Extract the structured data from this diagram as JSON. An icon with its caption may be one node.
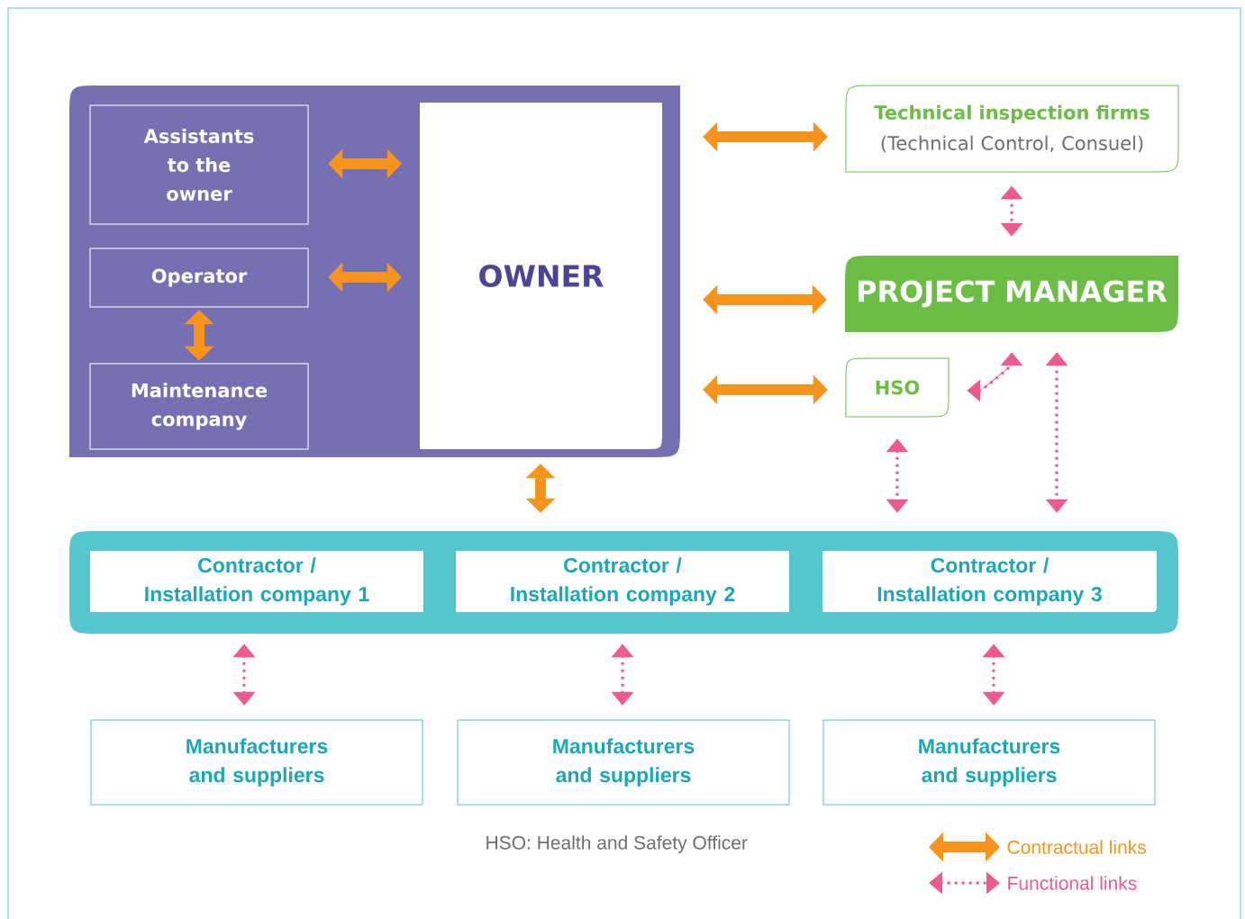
{
  "diagram": {
    "nodes": [
      {
        "text": [],
        "shape": "box"
      },
      {
        "text": [
          "Assistants to the owner"
        ],
        "in": 0
      },
      {
        "text": [
          "Operator"
        ],
        "in": 0
      },
      {
        "text": [
          "Maintenance company"
        ],
        "in": 0
      },
      {
        "text": [
          "OWNER"
        ],
        "in": 0
      },
      {
        "text": [
          "Technical inspection firms",
          "(Technical Control, Consuel)"
        ]
      },
      {
        "text": [
          "PROJECT MANAGER"
        ]
      },
      {
        "text": [
          "HSO"
        ]
      },
      {
        "text": [],
        "shape": "band"
      },
      {
        "text": [
          "Contractor / Installation company 1"
        ],
        "in": 8
      },
      {
        "text": [
          "Contractor / Installation company 2"
        ],
        "in": 8
      },
      {
        "text": [
          "Contractor / Installation company 3"
        ],
        "in": 8
      },
      {
        "text": [
          "Manufacturers and suppliers"
        ]
      },
      {
        "text": [
          "Manufacturers and suppliers"
        ]
      },
      {
        "text": [
          "Manufacturers and suppliers"
        ]
      }
    ],
    "edges": [
      {
        "from": 1,
        "to": 4,
        "arrow": "both",
        "style": "thick",
        "color": "#f7941d"
      },
      {
        "from": 2,
        "to": 4,
        "arrow": "both",
        "style": "thick",
        "color": "#f7941d"
      },
      {
        "from": 2,
        "to": 3,
        "arrow": "both",
        "style": "thick",
        "color": "#f7941d"
      },
      {
        "from": 4,
        "to": 5,
        "arrow": "both",
        "style": "thick",
        "color": "#f7941d"
      },
      {
        "from": 4,
        "to": 6,
        "arrow": "both",
        "style": "thick",
        "color": "#f7941d"
      },
      {
        "from": 4,
        "to": 7,
        "arrow": "both",
        "style": "thick",
        "color": "#f7941d"
      },
      {
        "from": 4,
        "to": 8,
        "arrow": "both",
        "style": "thick",
        "color": "#f7941d"
      },
      {
        "from": 5,
        "to": 6,
        "arrow": "both",
        "style": "dashed",
        "color": "#ee5a8f"
      },
      {
        "from": 7,
        "to": 6,
        "arrow": "both",
        "style": "dashed",
        "color": "#ee5a8f"
      },
      {
        "from": 7,
        "to": 8,
        "arrow": "both",
        "style": "dashed",
        "color": "#ee5a8f"
      },
      {
        "from": 6,
        "to": 8,
        "arrow": "both",
        "style": "dashed",
        "color": "#ee5a8f"
      },
      {
        "from": 9,
        "to": 12,
        "arrow": "both",
        "style": "dashed",
        "color": "#ee5a8f"
      },
      {
        "from": 10,
        "to": 13,
        "arrow": "both",
        "style": "dashed",
        "color": "#ee5a8f"
      },
      {
        "from": 11,
        "to": 14,
        "arrow": "both",
        "style": "dashed",
        "color": "#ee5a8f"
      }
    ],
    "labels": [
      "HSO: Health and Safety Officer"
    ],
    "legend": [
      {
        "text": "Contractual links"
      },
      {
        "text": "Functional links"
      }
    ]
  }
}
